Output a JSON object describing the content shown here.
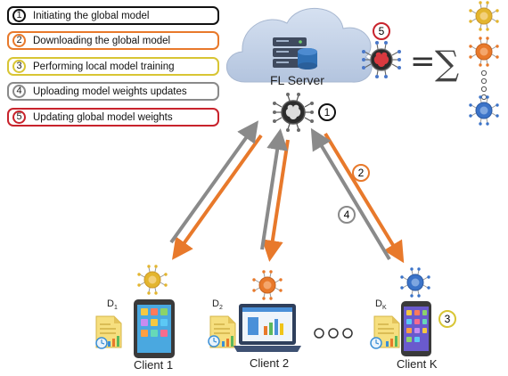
{
  "legend": [
    {
      "num": "1",
      "text": "Initiating the global model",
      "color": "#111111"
    },
    {
      "num": "2",
      "text": "Downloading the global model",
      "color": "#e8792b"
    },
    {
      "num": "3",
      "text": "Performing local model training",
      "color": "#d8c534"
    },
    {
      "num": "4",
      "text": "Uploading model weights updates",
      "color": "#8a8a8a"
    },
    {
      "num": "5",
      "text": "Updating global model weights",
      "color": "#c8232c"
    }
  ],
  "server": {
    "label": "FL Server"
  },
  "steps": {
    "one": "1",
    "two": "2",
    "three": "3",
    "four": "4",
    "five": "5"
  },
  "clients": [
    {
      "label": "Client 1",
      "dataset_main": "D",
      "dataset_sub": "1",
      "device": "tablet"
    },
    {
      "label": "Client 2",
      "dataset_main": "D",
      "dataset_sub": "2",
      "device": "laptop"
    },
    {
      "label": "Client K",
      "dataset_main": "D",
      "dataset_sub": "K",
      "device": "phone"
    }
  ],
  "aggregation": {
    "operator": "=",
    "sum_symbol": "∑"
  },
  "colors": {
    "orange": "#e8792b",
    "gray": "#8a8a8a",
    "yellow": "#e3b52e",
    "blue": "#3b73c8",
    "red": "#c8232c",
    "cloud": "#c7d4e8"
  }
}
